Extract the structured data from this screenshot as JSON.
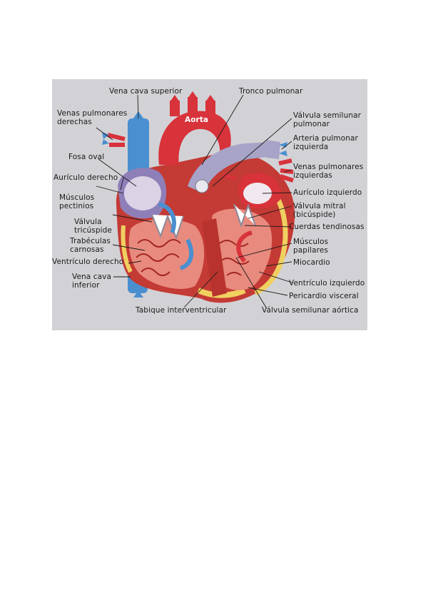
{
  "figure": {
    "colors": {
      "background": "#d2d2d6",
      "vein_blue": "#4a8fd0",
      "artery_red": "#d8323a",
      "pulmonary_purple": "#a7a4c8",
      "myocardium": "#c43a34",
      "fat_yellow": "#f0d060",
      "leader_line": "#1a1a1a"
    },
    "labels": {
      "vena_cava_superior": "Vena cava superior",
      "tronco_pulmonar": "Tronco pulmonar",
      "venas_pulmonares_derechas_1": "Venas pulmonares",
      "venas_pulmonares_derechas_2": "derechas",
      "aorta": "Aorta",
      "valvula_semilunar_pulmonar_1": "Válvula semilunar",
      "valvula_semilunar_pulmonar_2": "pulmonar",
      "arteria_pulmonar_izquierda_1": "Arteria pulmonar",
      "arteria_pulmonar_izquierda_2": "izquierda",
      "fosa_oval": "Fosa oval",
      "venas_pulmonares_izquierdas_1": "Venas pulmonares",
      "venas_pulmonares_izquierdas_2": "izquierdas",
      "auriculo_derecho": "Aurículo derecho",
      "auriculo_izquierdo": "Aurículo izquierdo",
      "musculos_pectinios_1": "Músculos",
      "musculos_pectinios_2": "pectinios",
      "valvula_mitral_1": "Válvula mitral",
      "valvula_mitral_2": "(bicúspide)",
      "valvula_tricuspide_1": "Válvula",
      "valvula_tricuspide_2": "tricúspide",
      "cuerdas_tendinosas": "Cuerdas tendinosas",
      "trabeculas_carnosas_1": "Trabéculas",
      "trabeculas_carnosas_2": "carnosas",
      "musculos_papilares_1": "Músculos",
      "musculos_papilares_2": "papilares",
      "ventriculo_derecho": "Ventrículo derecho",
      "miocardio": "Miocardio",
      "vena_cava_inferior_1": "Vena cava",
      "vena_cava_inferior_2": "inferior",
      "ventriculo_izquierdo": "Ventrículo izquierdo",
      "pericardio_visceral": "Pericardio visceral",
      "tabique_interventricular": "Tabique interventricular",
      "valvula_semilunar_aortica": "Válvula semilunar aórtica"
    }
  }
}
